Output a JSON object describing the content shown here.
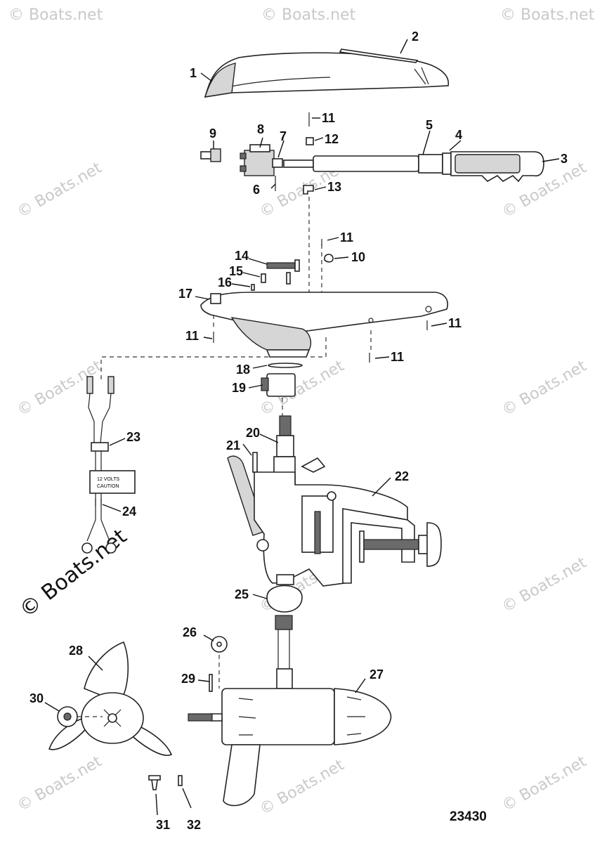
{
  "watermark": {
    "text": "© Boats.net",
    "color": "#c9c9c9"
  },
  "drawing_number": "23430",
  "callouts": {
    "c1": "1",
    "c2": "2",
    "c3": "3",
    "c4": "4",
    "c5": "5",
    "c6": "6",
    "c7": "7",
    "c8": "8",
    "c9": "9",
    "c10": "10",
    "c11": "11",
    "c12": "12",
    "c13": "13",
    "c14": "14",
    "c15": "15",
    "c16": "16",
    "c17": "17",
    "c18": "18",
    "c19": "19",
    "c20": "20",
    "c21": "21",
    "c22": "22",
    "c23": "23",
    "c24": "24",
    "c25": "25",
    "c26": "26",
    "c27": "27",
    "c28": "28",
    "c29": "29",
    "c30": "30",
    "c31": "31",
    "c32": "32"
  },
  "harness_label": {
    "line1": "12 VOLTS",
    "line2": "CAUTION"
  }
}
